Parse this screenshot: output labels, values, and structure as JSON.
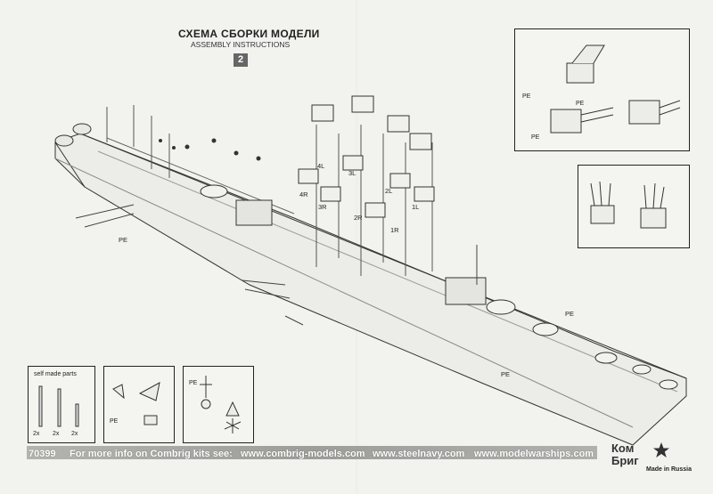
{
  "header": {
    "title": "СХЕМА СБОРКИ МОДЕЛИ",
    "subtitle": "ASSEMBLY INSTRUCTIONS",
    "step_number": "2"
  },
  "turret_labels": [
    "4L",
    "3L",
    "4R",
    "3R",
    "2R",
    "2L",
    "1L",
    "1R"
  ],
  "pe_label": "PE",
  "self_made": {
    "title": "self made parts",
    "counts": [
      "2x",
      "2x",
      "2x"
    ]
  },
  "footer": {
    "kit_number": "70399",
    "info_text": "For more info on Combrig kits see:",
    "links": [
      "www.combrig-models.com",
      "www.steelnavy.com",
      "www.modelwarships.com"
    ]
  },
  "logo": {
    "line1": "Ком",
    "line2": "Бриг",
    "tagline": "Made in Russia"
  }
}
